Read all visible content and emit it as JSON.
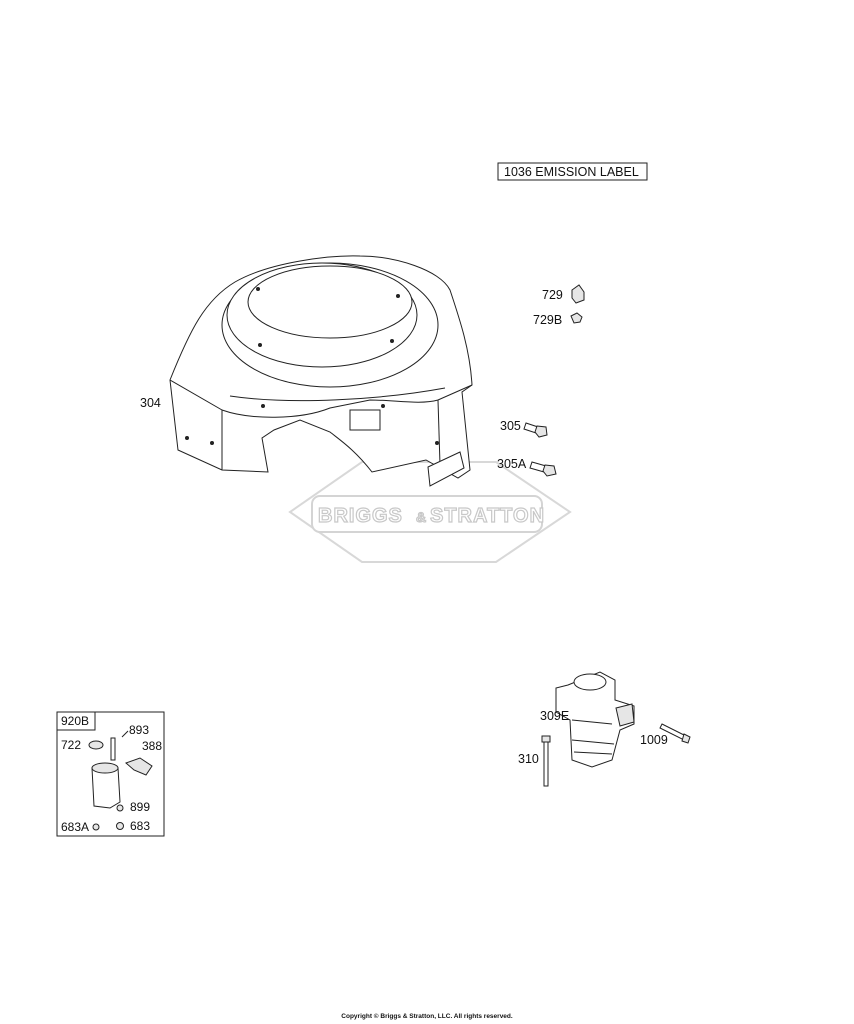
{
  "emission_label": "1036 EMISSION LABEL",
  "parts": {
    "p304": "304",
    "p729": "729",
    "p729B": "729B",
    "p305": "305",
    "p305A": "305A",
    "p309E": "309E",
    "p310": "310",
    "p1009": "1009"
  },
  "solenoid_kit": {
    "title": "920B",
    "items": {
      "p722": "722",
      "p893": "893",
      "p388": "388",
      "p899": "899",
      "p683A": "683A",
      "p683": "683"
    }
  },
  "watermark": {
    "brand_left": "BRIGGS",
    "amp": "&",
    "brand_right": "STRATTON"
  },
  "copyright": "Copyright © Briggs & Stratton, LLC. All rights reserved."
}
